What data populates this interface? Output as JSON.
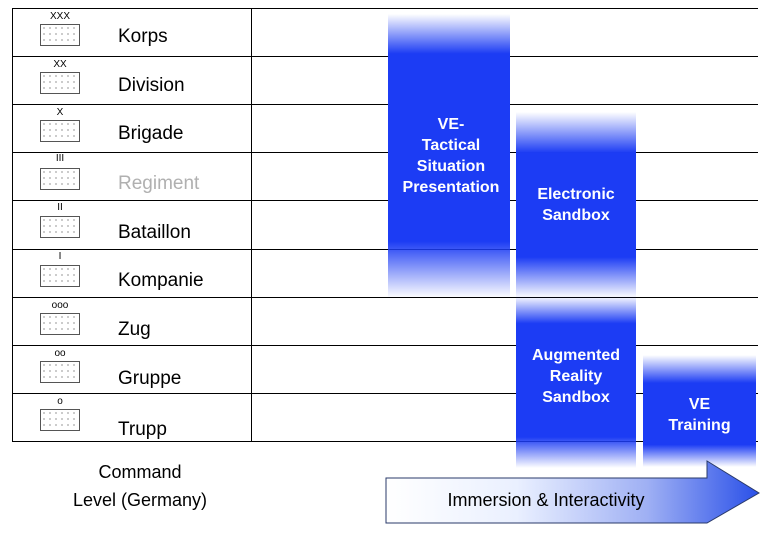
{
  "levels": [
    {
      "symbol": "XXX",
      "label": "Korps",
      "dim": false
    },
    {
      "symbol": "XX",
      "label": "Division",
      "dim": false
    },
    {
      "symbol": "X",
      "label": "Brigade",
      "dim": false
    },
    {
      "symbol": "III",
      "label": "Regiment",
      "dim": true
    },
    {
      "symbol": "II",
      "label": "Bataillon",
      "dim": false
    },
    {
      "symbol": "I",
      "label": "Kompanie",
      "dim": false
    },
    {
      "symbol": "ooo",
      "label": "Zug",
      "dim": false
    },
    {
      "symbol": "oo",
      "label": "Gruppe",
      "dim": false
    },
    {
      "symbol": "o",
      "label": "Trupp",
      "dim": false
    }
  ],
  "systems": [
    {
      "label": "VE-\nTactical\nSituation\nPresentation"
    },
    {
      "label": "Electronic\nSandbox"
    },
    {
      "label": "Augmented\nReality\nSandbox"
    },
    {
      "label": "VE\nTraining"
    }
  ],
  "caption": "Command\nLevel (Germany)",
  "arrow_label": "Immersion & Interactivity",
  "colors": {
    "bar_blue": "#1c3cf4",
    "arrow_blue": "#2a50e8",
    "grid_line": "#000000",
    "dim_text": "#b0b0b0"
  }
}
